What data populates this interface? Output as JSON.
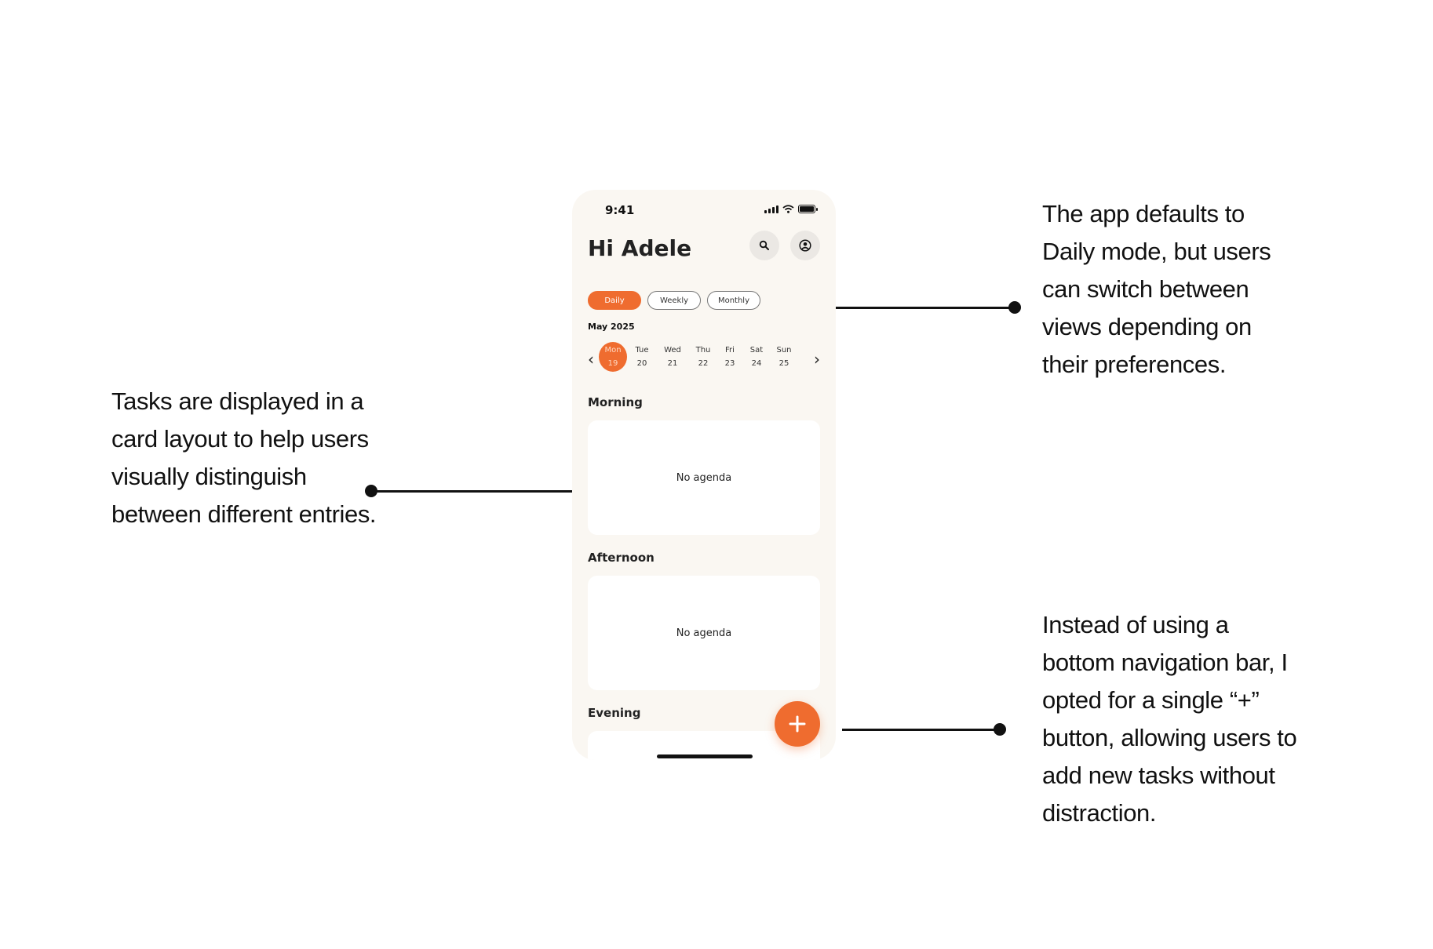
{
  "annotations": {
    "left": "Tasks are displayed in a card layout to help users visually distinguish between different entries.",
    "top_right": "The app defaults to Daily mode, but users can switch between views depending on their preferences.",
    "bottom_right": "Instead of using a bottom navigation bar, I opted for a single “+” button, allowing users to add new tasks without distraction."
  },
  "phone": {
    "status": {
      "time": "9:41"
    },
    "greeting": "Hi Adele",
    "icons": {
      "search": "search-icon",
      "profile": "user-circle-icon",
      "add": "plus-icon"
    },
    "view_tabs": [
      {
        "label": "Daily",
        "active": true
      },
      {
        "label": "Weekly",
        "active": false
      },
      {
        "label": "Monthly",
        "active": false
      }
    ],
    "month_label": "May 2025",
    "week": [
      {
        "day": "Mon",
        "date": "19",
        "active": true
      },
      {
        "day": "Tue",
        "date": "20",
        "active": false
      },
      {
        "day": "Wed",
        "date": "21",
        "active": false
      },
      {
        "day": "Thu",
        "date": "22",
        "active": false
      },
      {
        "day": "Fri",
        "date": "23",
        "active": false
      },
      {
        "day": "Sat",
        "date": "24",
        "active": false
      },
      {
        "day": "Sun",
        "date": "25",
        "active": false
      }
    ],
    "nav": {
      "prev": "‹",
      "next": "›"
    },
    "sections": [
      {
        "title": "Morning",
        "empty_text": "No agenda"
      },
      {
        "title": "Afternoon",
        "empty_text": "No agenda"
      },
      {
        "title": "Evening",
        "empty_text": ""
      }
    ]
  },
  "colors": {
    "accent": "#ef6c2f",
    "phone_bg": "#faf7f2",
    "card_bg": "#ffffff",
    "text": "#111111"
  }
}
